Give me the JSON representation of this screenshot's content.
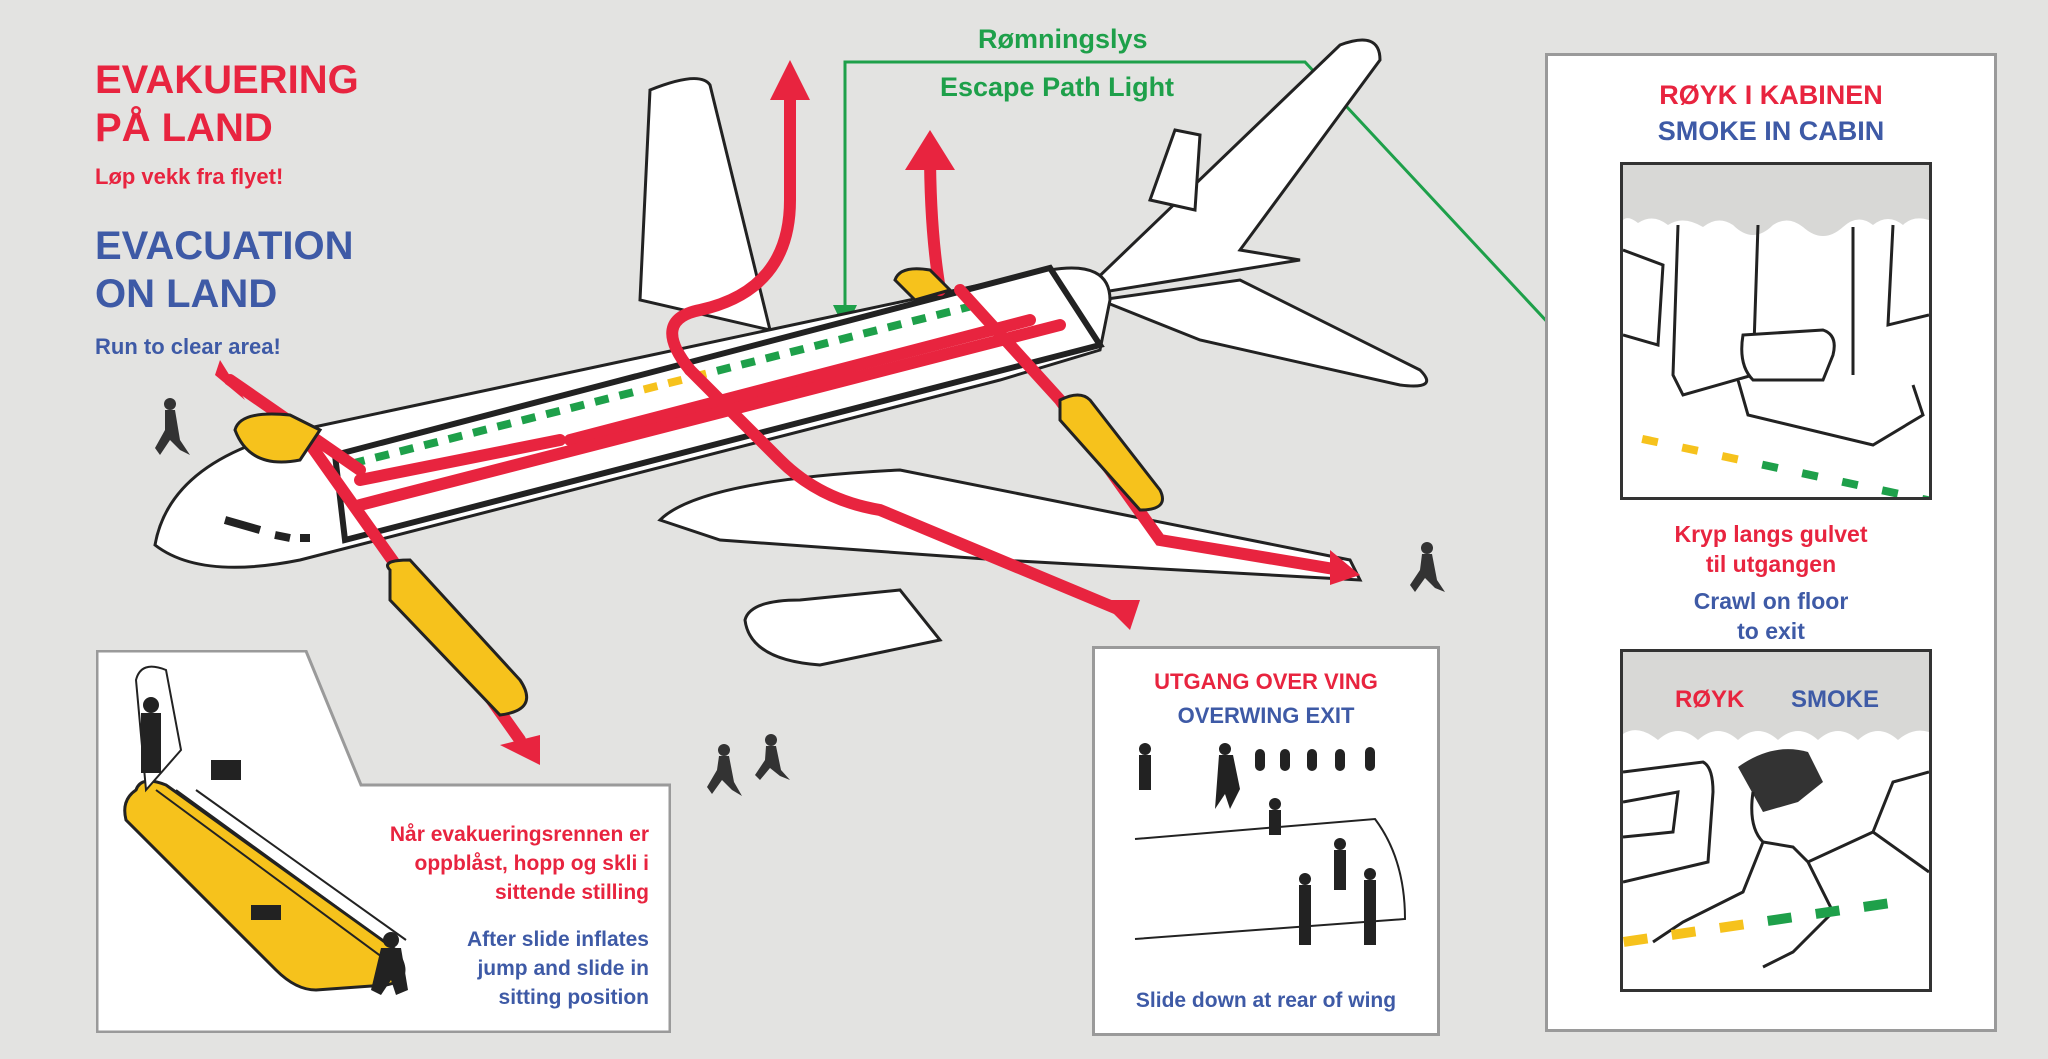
{
  "evacuation_land": {
    "title_no_line1": "EVAKUERING",
    "title_no_line2": "PÅ LAND",
    "subtitle_no": "Løp vekk fra flyet!",
    "title_en_line1": "EVACUATION",
    "title_en_line2": "ON LAND",
    "subtitle_en": "Run to clear area!"
  },
  "escape_path": {
    "label_no": "Rømningslys",
    "label_en": "Escape Path Light"
  },
  "smoke_panel": {
    "title_no": "RØYK I KABINEN",
    "title_en": "SMOKE IN CABIN",
    "instruction_no_line1": "Kryp langs gulvet",
    "instruction_no_line2": "til utgangen",
    "instruction_en_line1": "Crawl on floor",
    "instruction_en_line2": "to exit",
    "smoke_label_no": "RØYK",
    "smoke_label_en": "SMOKE"
  },
  "overwing_panel": {
    "title_no": "UTGANG OVER VING",
    "title_en": "OVERWING EXIT",
    "caption_en": "Slide down at rear of wing"
  },
  "slide_panel": {
    "instruction_no_line1": "Når evakueringsrennen er",
    "instruction_no_line2": "oppblåst, hopp og skli i",
    "instruction_no_line3": "sittende stilling",
    "instruction_en_line1": "After slide inflates",
    "instruction_en_line2": "jump and slide in",
    "instruction_en_line3": "sitting position"
  },
  "colors": {
    "norwegian_text": "#e8243f",
    "english_text": "#3e5aa6",
    "escape_light_green": "#1ea04a",
    "escape_light_yellow": "#f6c21c",
    "slide_yellow": "#f6c21c",
    "route_red": "#e8243f"
  },
  "icons": [
    "airplane-illustration",
    "evacuation-slide-icon",
    "running-person-icon",
    "escape-route-arrow-icon",
    "escape-path-light-icon",
    "seat-icon",
    "smoke-cloud-icon",
    "crawling-person-icon"
  ]
}
